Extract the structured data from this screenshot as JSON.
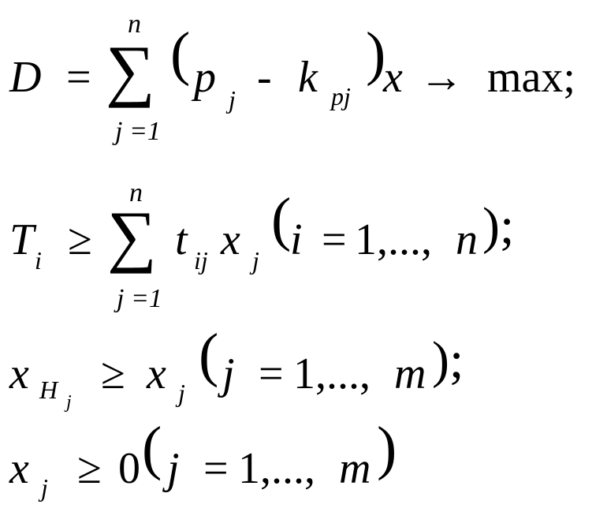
{
  "formulas": {
    "objective": {
      "lhs": "D",
      "eq": "=",
      "sum": "∑",
      "sum_upper": "n",
      "sum_lower": "j =1",
      "lparen": "(",
      "p": "p",
      "p_sub": "j",
      "minus": "-",
      "k": "k",
      "k_sub": "pj",
      "rparen": ")",
      "x": "x",
      "arrow": "→",
      "tail": "max;"
    },
    "time_constraint": {
      "lhs": "T",
      "lhs_sub": "i",
      "geq": "≥",
      "sum": "∑",
      "sum_upper": "n",
      "sum_lower": "j =1",
      "t": "t",
      "t_sub": "ij",
      "x": "x",
      "x_sub": "j",
      "lparen": "(",
      "cond_var": "i",
      "cond_eq": "=",
      "cond_range": "1,...,",
      "cond_end": "n",
      "rparen_semi": ");"
    },
    "upper_bound": {
      "lhs": "x",
      "lhs_sub": "H",
      "lhs_subsub": "j",
      "geq": "≥",
      "x": "x",
      "x_sub": "j",
      "lparen": "(",
      "cond_var": "j",
      "cond_eq": "=",
      "cond_range": "1,...,",
      "cond_end": "m",
      "rparen_semi": ");"
    },
    "nonneg": {
      "lhs": "x",
      "lhs_sub": "j",
      "geq": "≥",
      "zero": "0",
      "lparen": "(",
      "cond_var": "j",
      "cond_eq": "=",
      "cond_range": "1,...,",
      "cond_end": "m",
      "rparen": ")"
    }
  }
}
